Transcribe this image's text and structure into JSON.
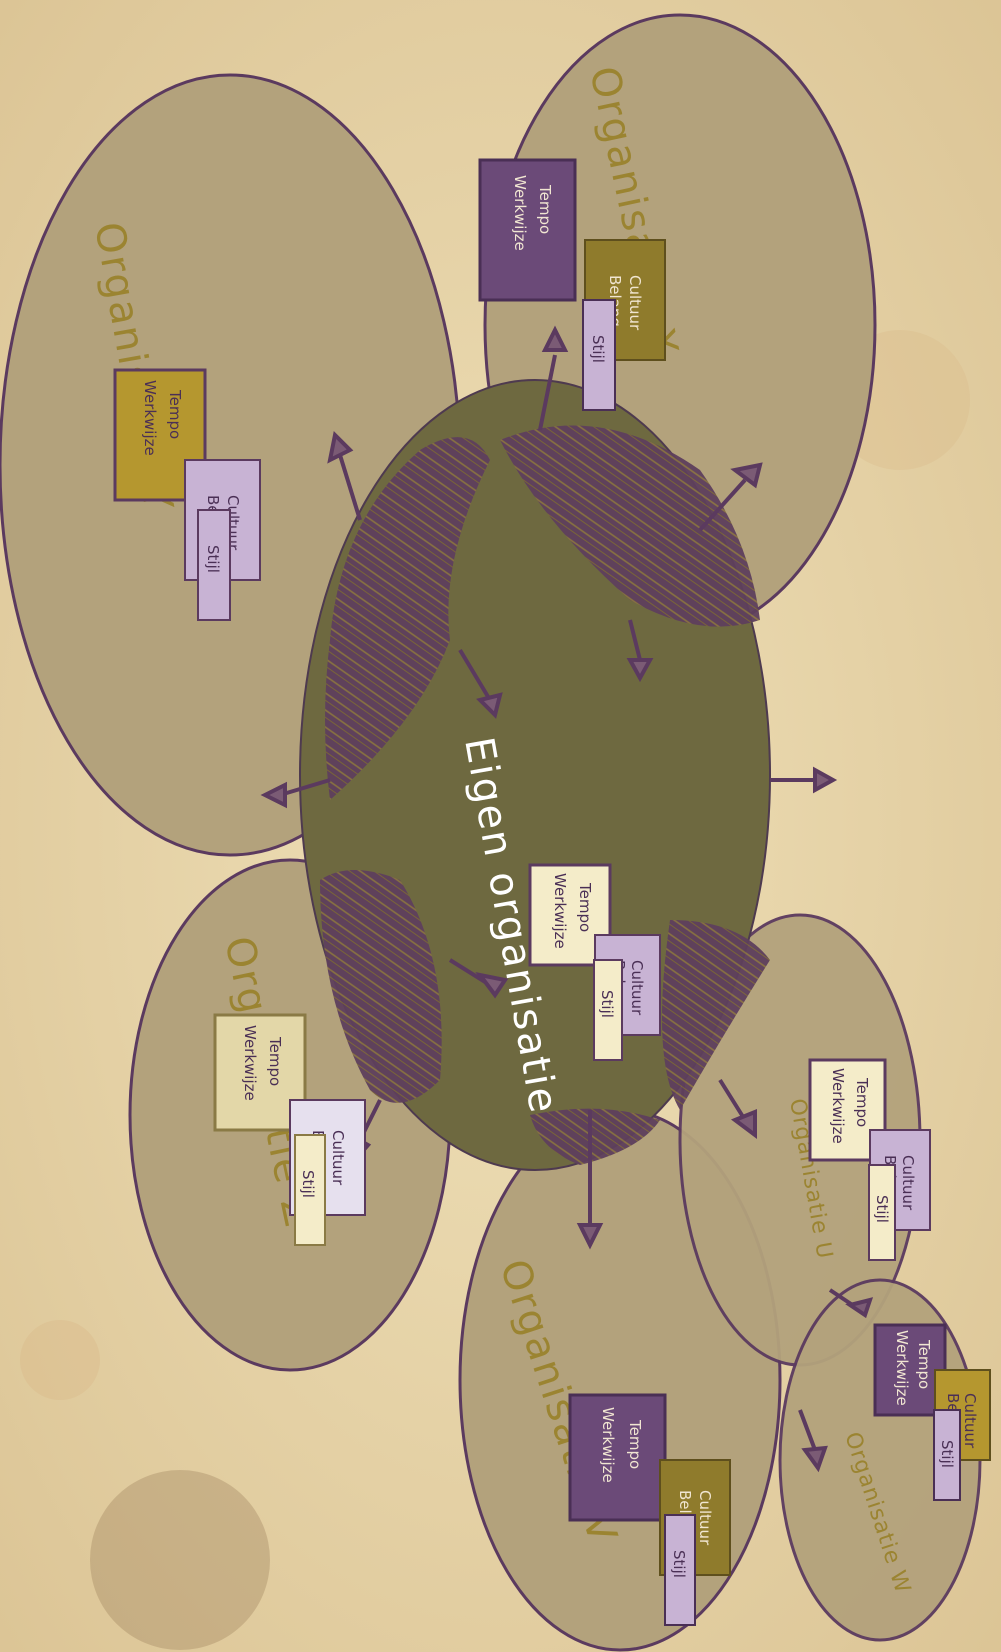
{
  "colors": {
    "paper": "#e8d6aa",
    "blob_fill": "#b3a27c",
    "blob_stroke": "#5b3a5f",
    "center_fill": "#6e6940",
    "hatch": "#5e3f5c",
    "title_text": "#9b8431",
    "center_text": "#ffffff",
    "purple_dark": "#6b4a78",
    "purple_light": "#c8b3d4",
    "olive": "#8f7b2c",
    "cream": "#f4ecc9"
  },
  "diagram": {
    "center": {
      "title": "Eigen organisatie"
    },
    "organizations": [
      {
        "id": "x",
        "title": "Organisatie X"
      },
      {
        "id": "y",
        "title": "Organisatie Y"
      },
      {
        "id": "z",
        "title": "Organisatie Z"
      },
      {
        "id": "u",
        "title": "Organisatie U"
      },
      {
        "id": "v",
        "title": "Organisatie V"
      },
      {
        "id": "w",
        "title": "Organisatie W"
      }
    ],
    "box_labels": {
      "tempo": "Tempo",
      "werkwijze": "Werkwijze",
      "cultuur": "Cultuur",
      "belang": "Belang",
      "stijl": "Stijl"
    }
  }
}
